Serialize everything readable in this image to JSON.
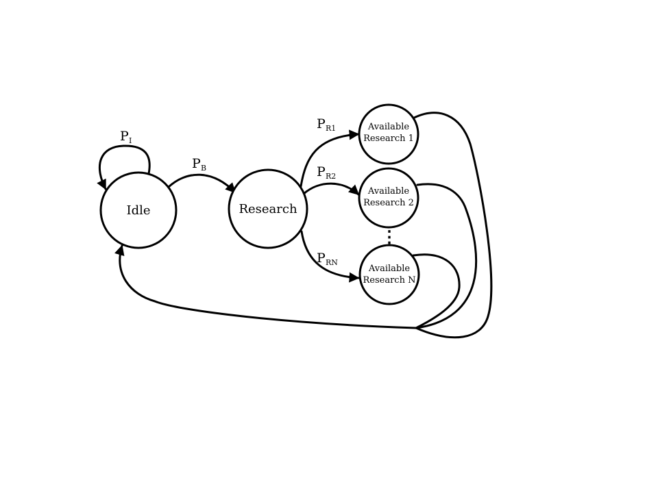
{
  "nodes": {
    "idle": "Idle",
    "research": "Research",
    "available_1": {
      "line1": "Available",
      "line2": "Research 1"
    },
    "available_2": {
      "line1": "Available",
      "line2": "Research 2"
    },
    "available_n": {
      "line1": "Available",
      "line2": "Research N"
    }
  },
  "edges": {
    "idle_self": {
      "symbol": "P",
      "subscript": "I"
    },
    "idle_to_research": {
      "symbol": "P",
      "subscript": "B"
    },
    "research_to_1": {
      "symbol": "P",
      "subscript": "R1"
    },
    "research_to_2": {
      "symbol": "P",
      "subscript": "R2"
    },
    "research_to_n": {
      "symbol": "P",
      "subscript": "RN"
    }
  },
  "ellipsis": "⋮",
  "colors": {
    "stroke": "#000000",
    "background": "#ffffff"
  }
}
